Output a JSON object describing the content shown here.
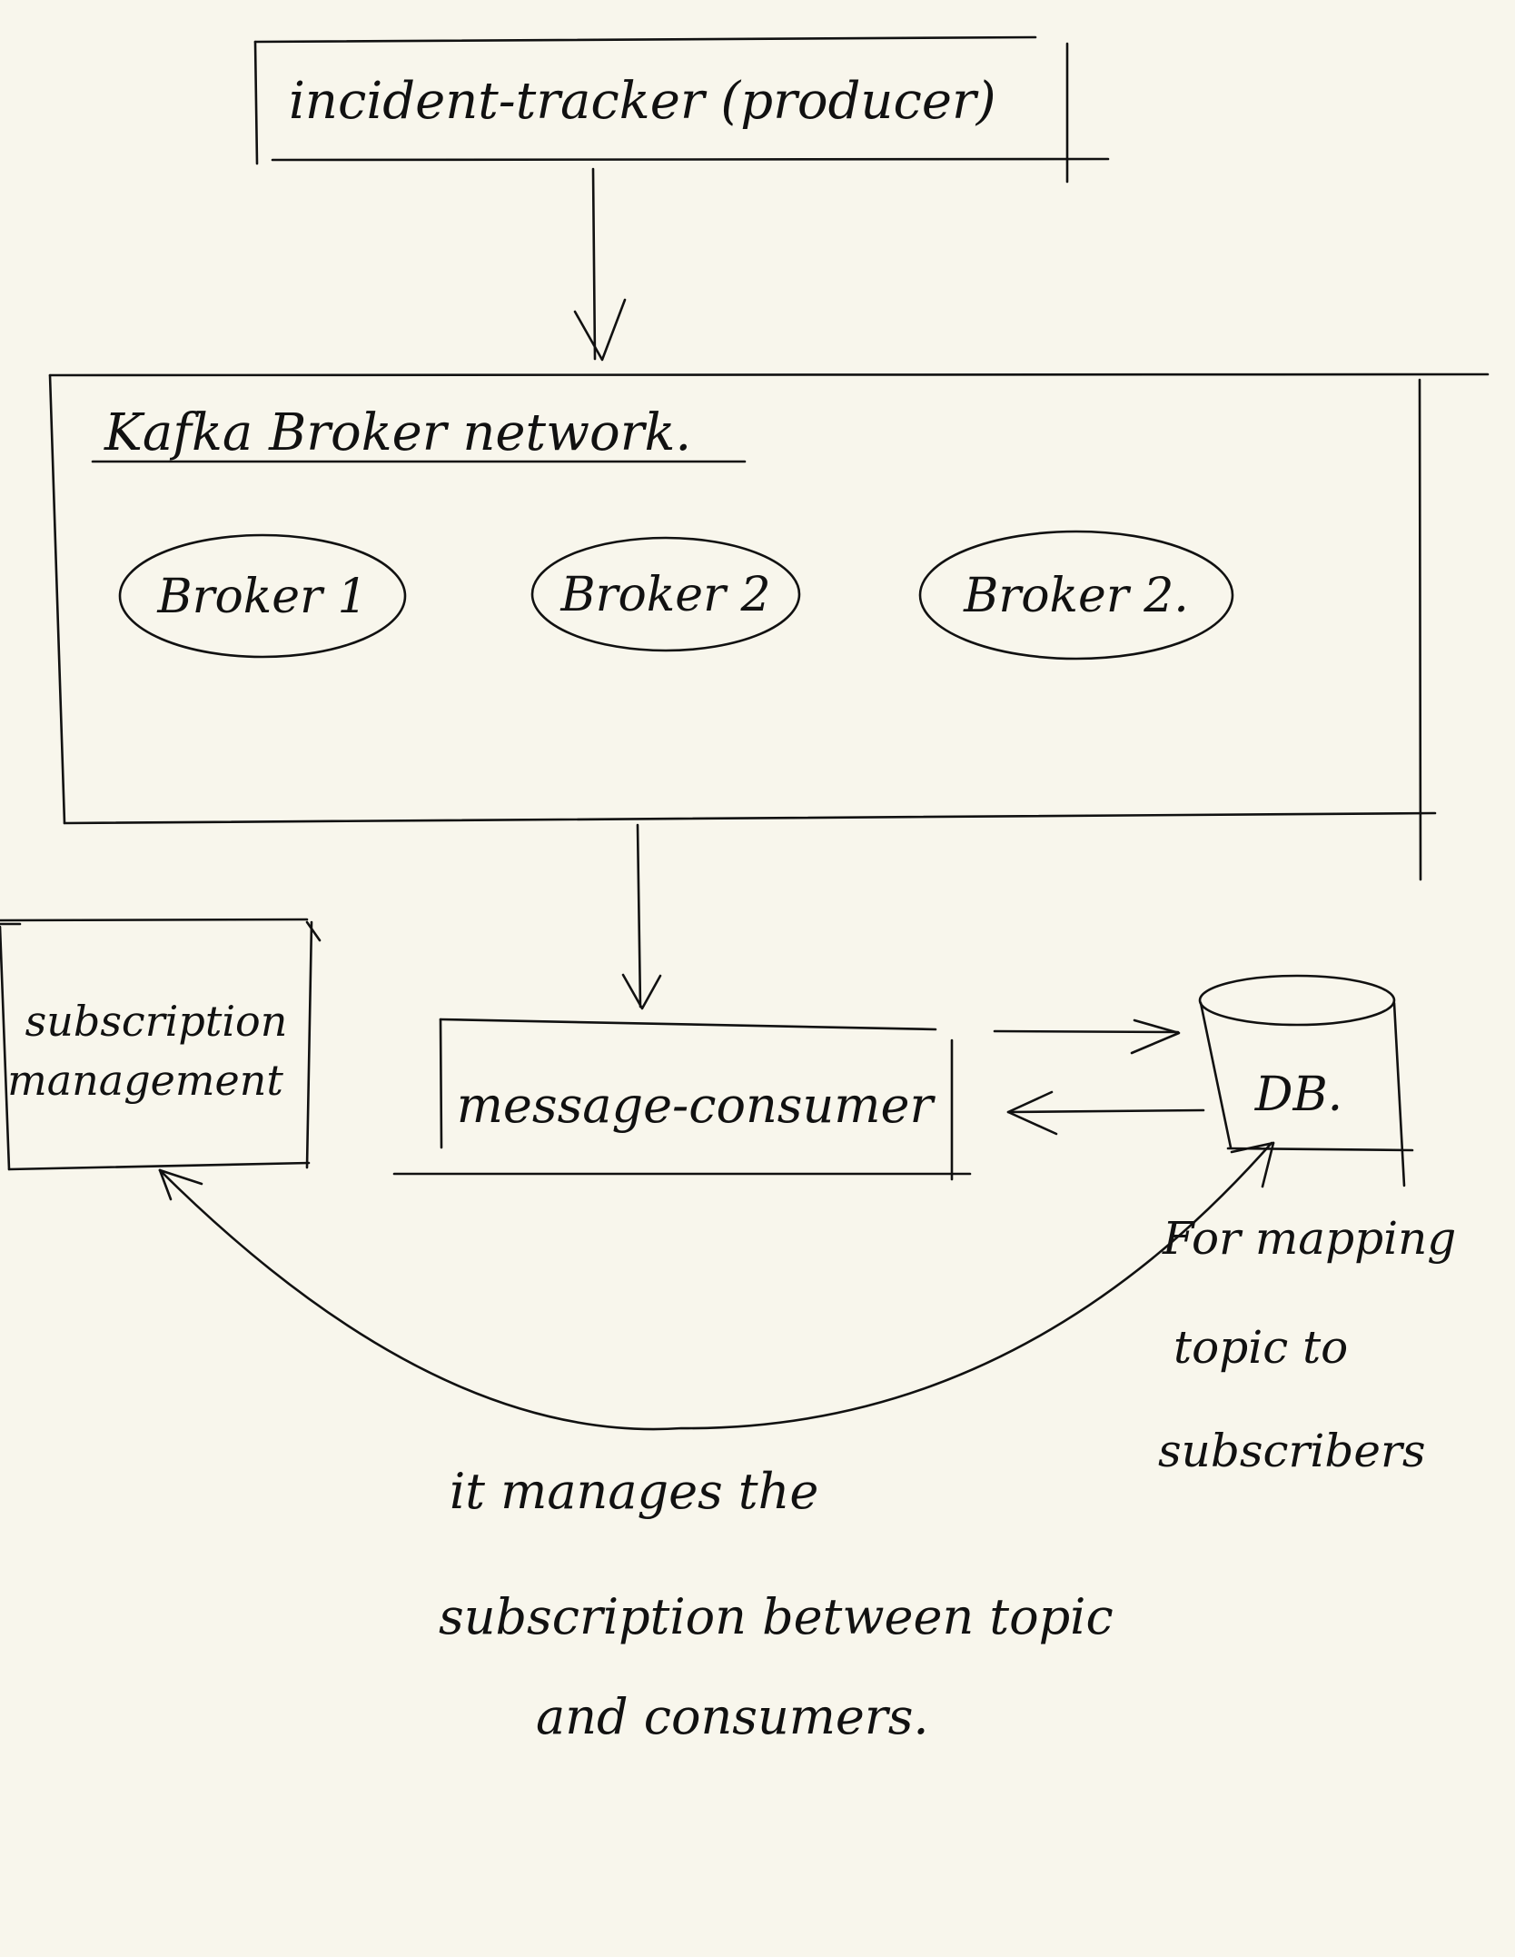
{
  "diagram": {
    "producer": "incident-tracker (producer)",
    "broker_network": {
      "title": "Kafka Broker network.",
      "brokers": [
        "Broker 1",
        "Broker 2",
        "Broker 2."
      ]
    },
    "subscription_management": {
      "line1": "subscription",
      "line2": "management"
    },
    "message_consumer": "message-consumer",
    "db": "DB.",
    "db_note": {
      "line1": "For mapping",
      "line2": "topic to",
      "line3": "subscribers"
    },
    "curve_note": {
      "line1": "it manages the",
      "line2": "subscription between topic",
      "line3": "and consumers."
    }
  }
}
